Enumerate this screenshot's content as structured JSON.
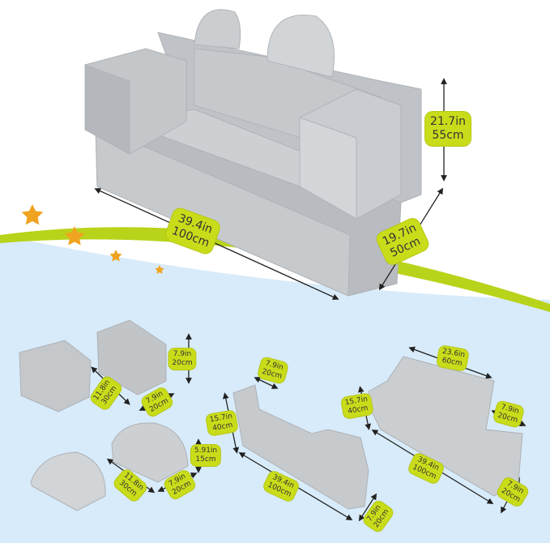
{
  "main_dimensions": {
    "height": {
      "in": "21.7in",
      "cm": "55cm"
    },
    "width": {
      "in": "39.4in",
      "cm": "100cm"
    },
    "depth": {
      "in": "19.7in",
      "cm": "50cm"
    }
  },
  "piece_dimensions": [
    {
      "in": "7.9in",
      "cm": "20cm"
    },
    {
      "in": "11.8in",
      "cm": "30cm"
    },
    {
      "in": "7.9in",
      "cm": "20cm"
    },
    {
      "in": "5.91in",
      "cm": "15cm"
    },
    {
      "in": "11.8in",
      "cm": "30cm"
    },
    {
      "in": "7.9in",
      "cm": "20cm"
    },
    {
      "in": "15.7in",
      "cm": "40cm"
    },
    {
      "in": "7.9in",
      "cm": "20cm"
    },
    {
      "in": "39.4in",
      "cm": "100cm"
    },
    {
      "in": "7.9in",
      "cm": "20cm"
    },
    {
      "in": "23.6in",
      "cm": "60cm"
    },
    {
      "in": "15.7in",
      "cm": "40cm"
    },
    {
      "in": "7.9in",
      "cm": "20cm"
    },
    {
      "in": "39.4in",
      "cm": "100cm"
    },
    {
      "in": "7.9in",
      "cm": "20cm"
    }
  ],
  "colors": {
    "label": "#c9dc1a",
    "foam": "#c3c6ca",
    "background": "#d8ebfa",
    "star": "#f0a320"
  }
}
